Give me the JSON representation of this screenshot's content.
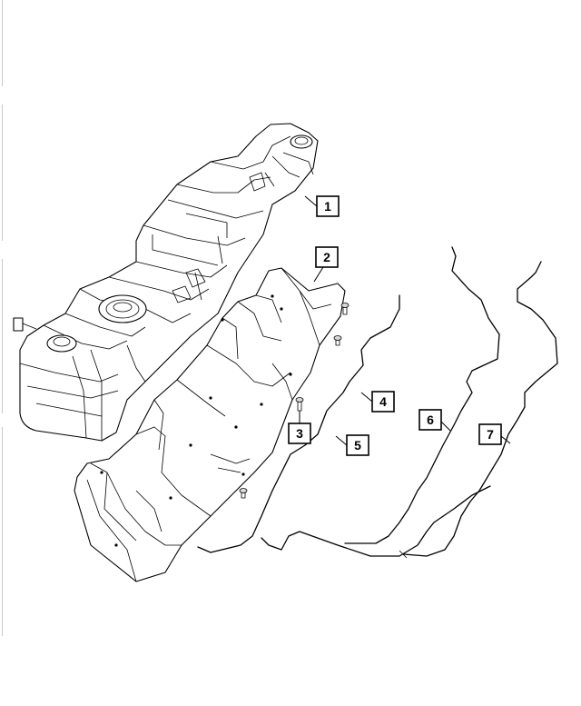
{
  "colors": {
    "line": "#000000",
    "background": "#ffffff",
    "shade": "#d9d9d9"
  },
  "callouts": [
    {
      "id": "fuel-tank",
      "label": "1"
    },
    {
      "id": "tank-bracket",
      "label": "2"
    },
    {
      "id": "bolt",
      "label": "3"
    },
    {
      "id": "line-4",
      "label": "4"
    },
    {
      "id": "line-5",
      "label": "5"
    },
    {
      "id": "line-6",
      "label": "6"
    },
    {
      "id": "line-7",
      "label": "7"
    }
  ]
}
